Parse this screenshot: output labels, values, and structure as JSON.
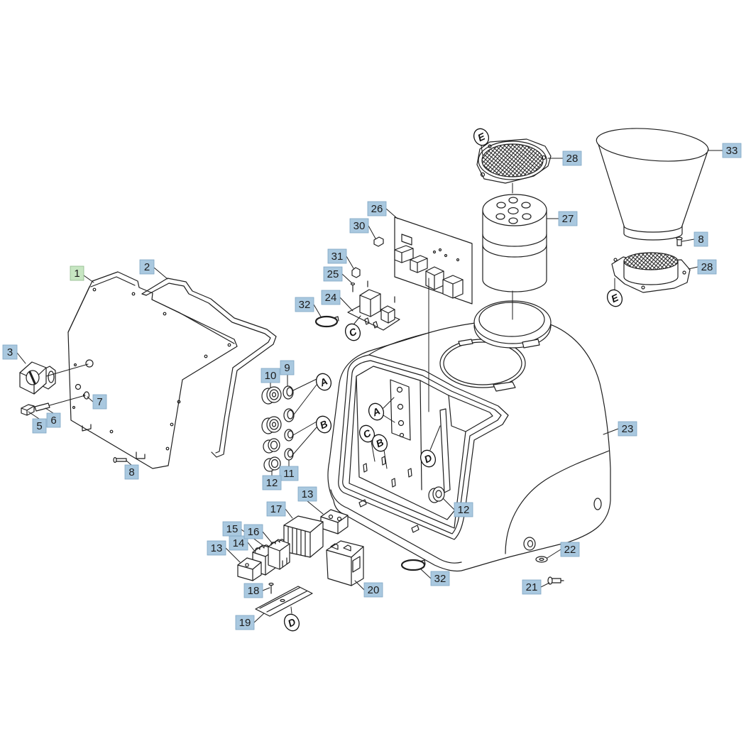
{
  "callouts": [
    "1",
    "2",
    "3",
    "5",
    "6",
    "7",
    "8",
    "9",
    "10",
    "11",
    "12",
    "12",
    "13",
    "13",
    "14",
    "15",
    "16",
    "17",
    "18",
    "19",
    "20",
    "21",
    "22",
    "23",
    "24",
    "25",
    "26",
    "27",
    "28",
    "28",
    "30",
    "31",
    "32",
    "32",
    "33",
    "8"
  ],
  "letter_markers": [
    "A",
    "B",
    "A",
    "C",
    "B",
    "D",
    "C",
    "D",
    "E",
    "E"
  ],
  "colors": {
    "callout_fill": "#a9c8df",
    "callout_fill_highlight": "#c7e6c2",
    "line": "#1e1e1e"
  }
}
